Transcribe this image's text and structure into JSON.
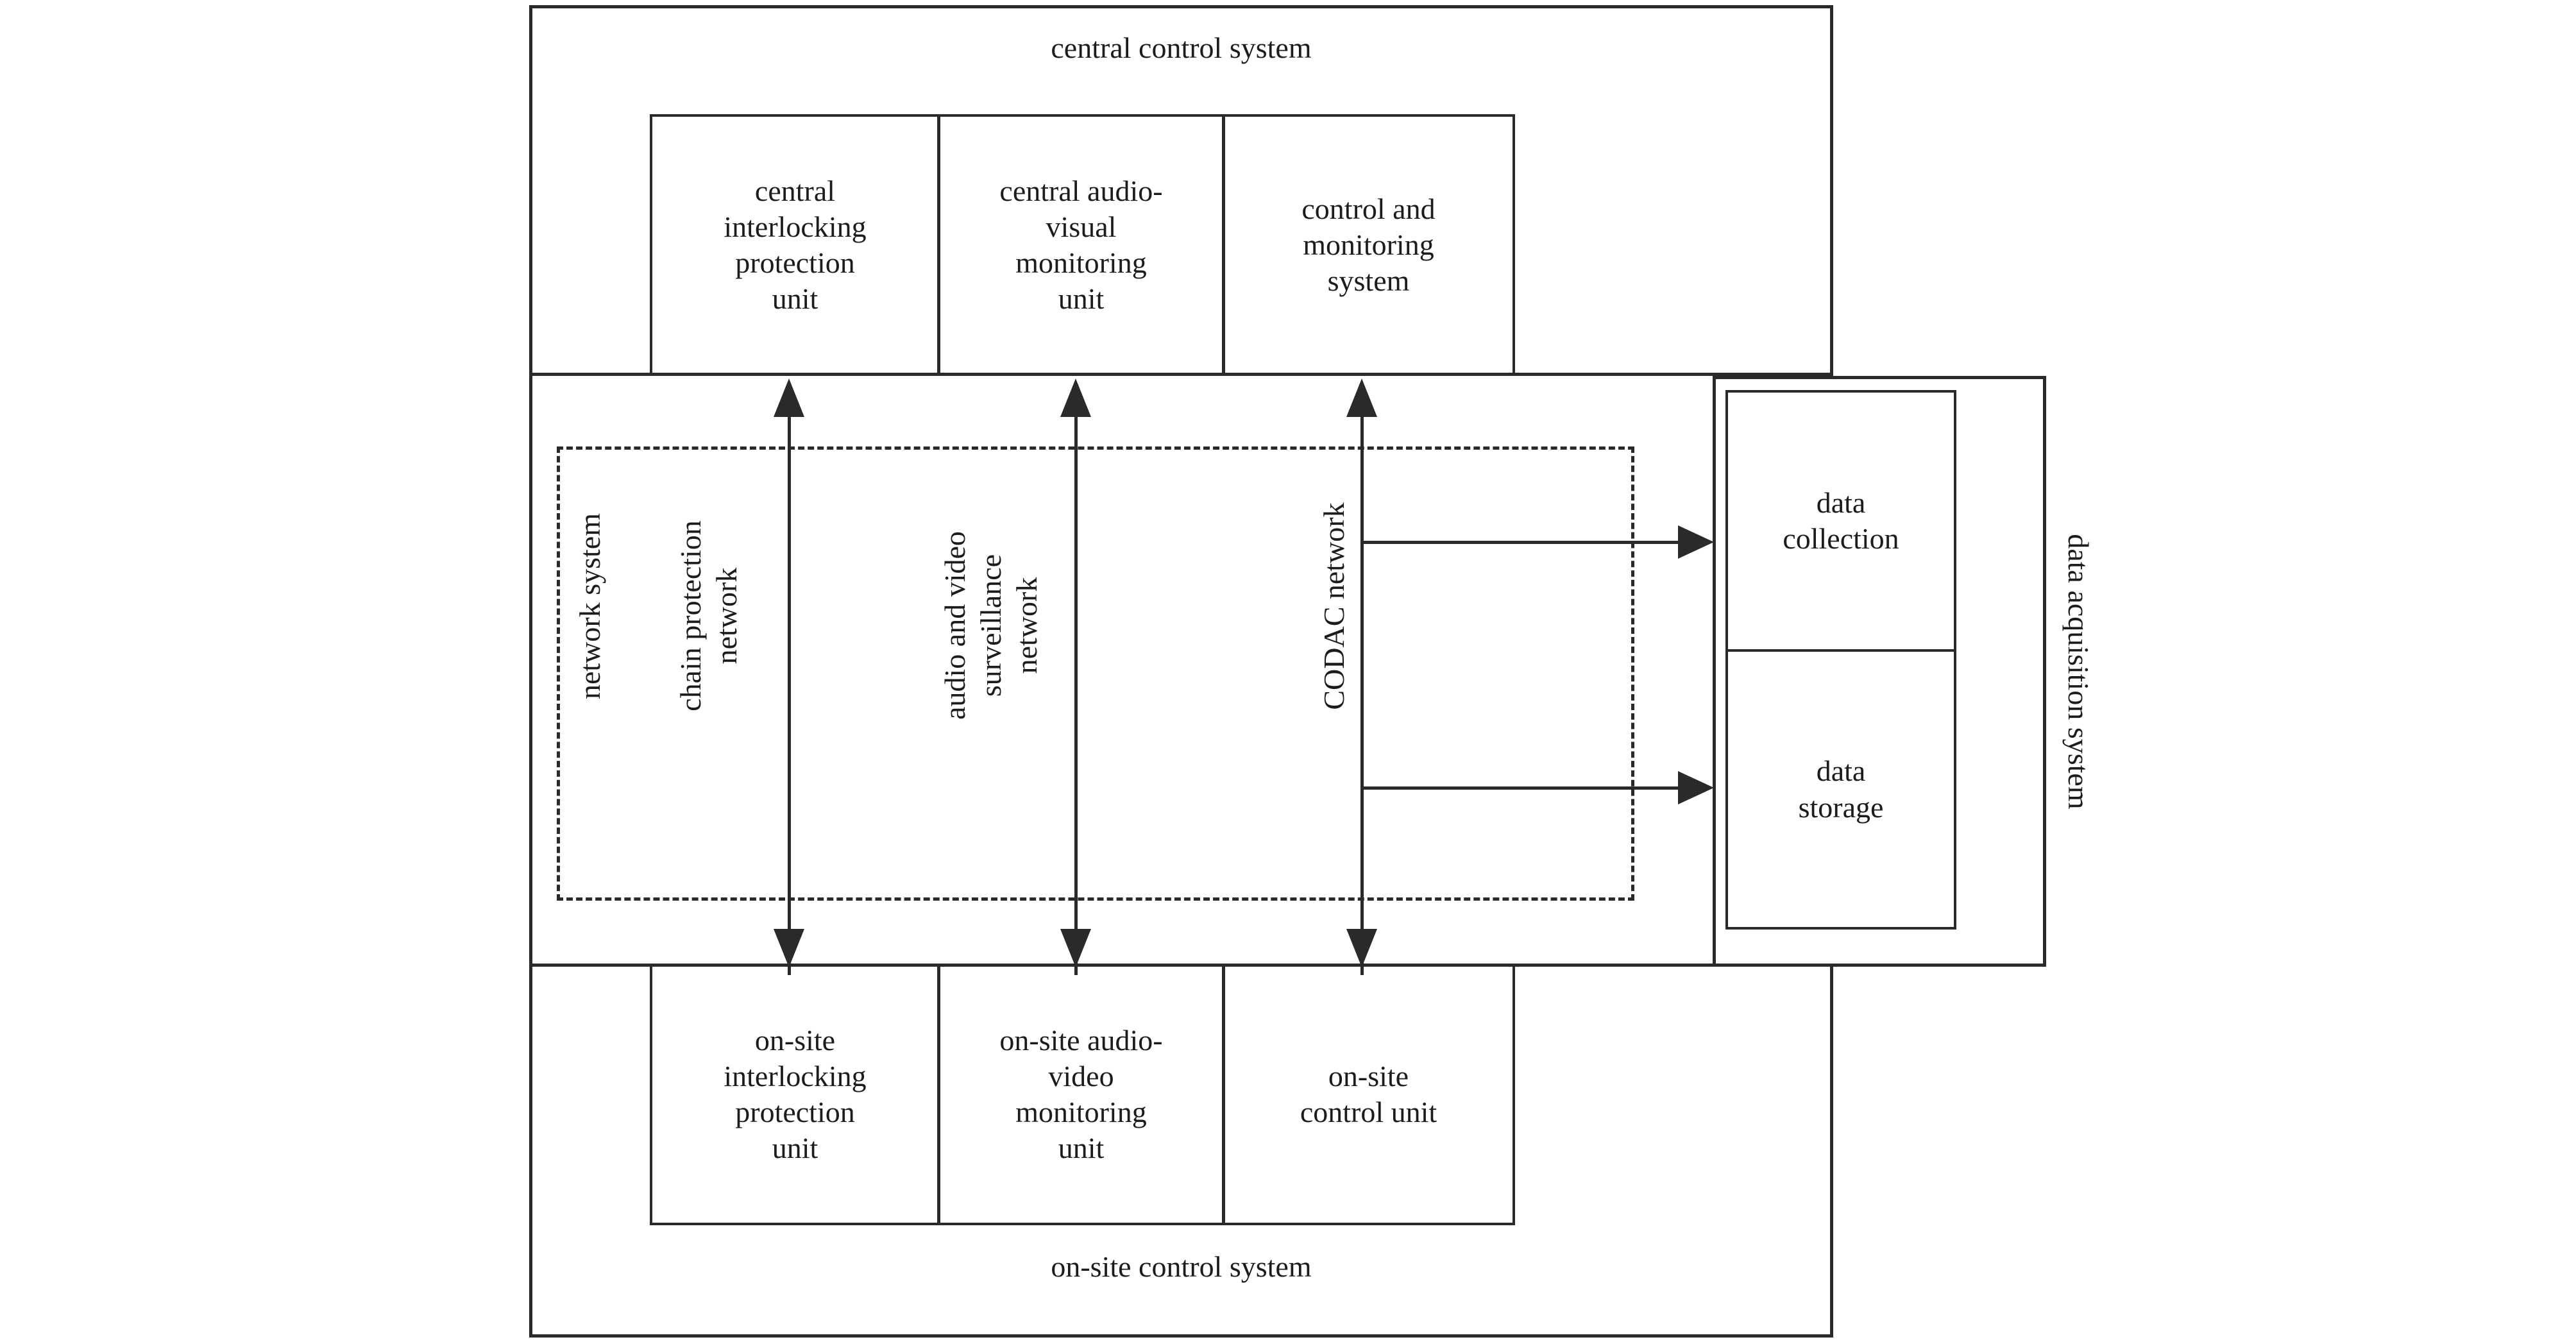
{
  "diagram": {
    "title_top": "central control system",
    "title_bottom": "on-site control system",
    "central_units": [
      "central\ninterlocking\nprotection\nunit",
      "central audio-\nvisual\nmonitoring\nunit",
      "control and\nmonitoring\nsystem"
    ],
    "onsite_units": [
      "on-site\ninterlocking\nprotection\nunit",
      "on-site audio-\nvideo\nmonitoring\nunit",
      "on-site\ncontrol unit"
    ],
    "network_layer_label": "network system",
    "networks": [
      "chain protection\nnetwork",
      "audio and video\nsurveillance\nnetwork",
      "CODAC network"
    ],
    "data_acquisition_label": "data acquisition system",
    "data_blocks": [
      "data\ncollection",
      "data\nstorage"
    ],
    "colors": {
      "stroke": "#2a2a2a",
      "background": "#ffffff",
      "text": "#1c1c1c"
    }
  }
}
